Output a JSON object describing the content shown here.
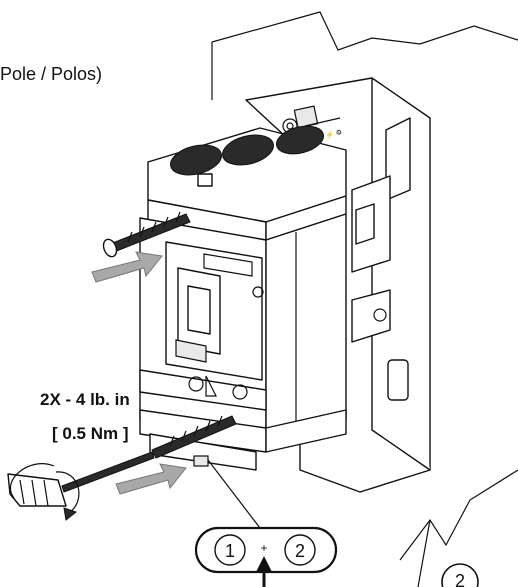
{
  "caption": {
    "pole_label": "Pole / Polos)"
  },
  "torque": {
    "count_value": "2X  - 4 lb. in",
    "metric_value": "[ 0.5 Nm ]"
  },
  "callouts": {
    "step_one": "1",
    "step_two": "2",
    "plus_sign": "+",
    "next_step": "2"
  },
  "colors": {
    "line": "#111111",
    "arrow_fill": "#a8a8a8",
    "background": "#ffffff"
  }
}
